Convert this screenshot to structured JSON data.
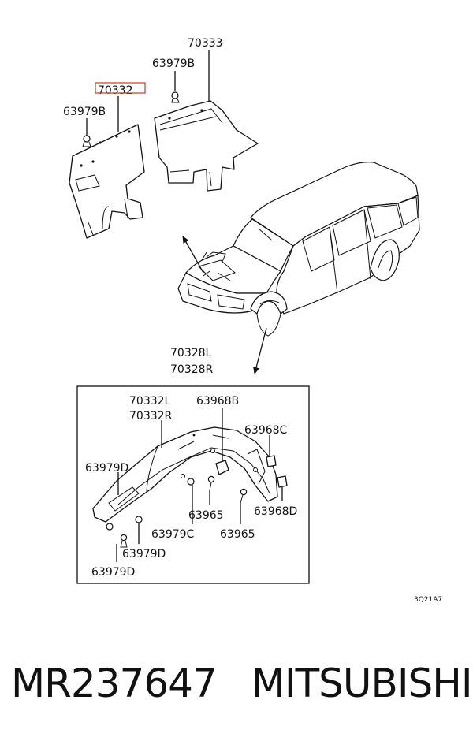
{
  "diagram": {
    "labels": {
      "p70333": "70333",
      "p63979b_top": "63979B",
      "p70332": "70332",
      "p63979b_left": "63979B",
      "p70328l": "70328L",
      "p70328r": "70328R",
      "p70332l": "70332L",
      "p70332r": "70332R",
      "p63968b": "63968B",
      "p63968c": "63968C",
      "p63979d_left": "63979D",
      "p63965_a": "63965",
      "p63965_b": "63965",
      "p63968d": "63968D",
      "p63979c": "63979C",
      "p63979d_mid": "63979D",
      "p63979d_bottom": "63979D"
    },
    "ref_code": "3Q21A7",
    "highlight_color": "#d9332a"
  },
  "footer": {
    "part_number": "MR237647",
    "brand": "MITSUBISHI"
  }
}
